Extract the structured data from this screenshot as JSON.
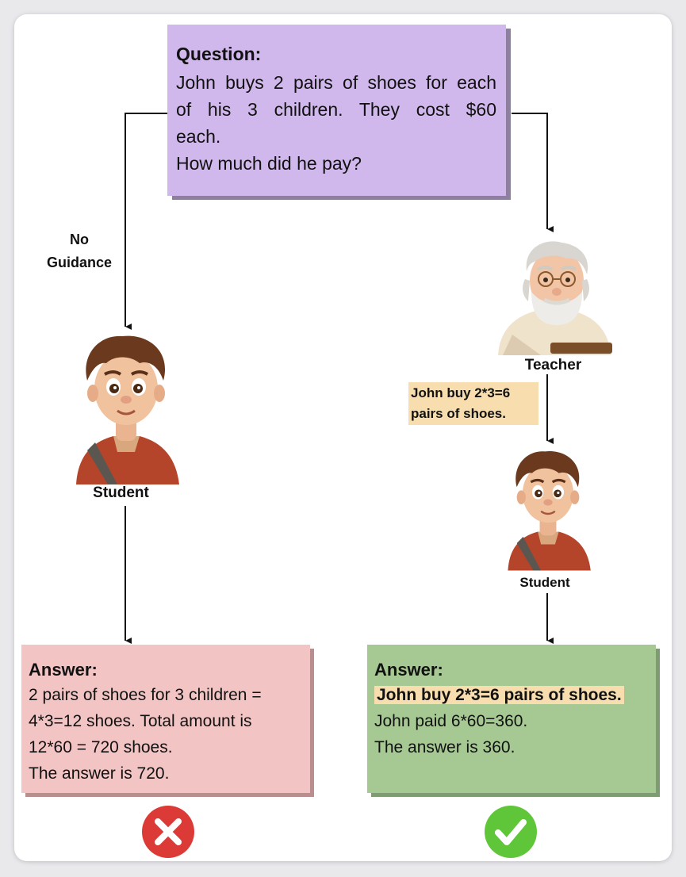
{
  "question": {
    "title": "Question:",
    "lines": [
      "John buys 2 pairs of shoes for each",
      "of his 3 children. They cost $60",
      "each.",
      "How much did he pay?"
    ]
  },
  "left_branch": {
    "label_line1": "No",
    "label_line2": "Guidance",
    "student_label": "Student"
  },
  "right_branch": {
    "teacher_label": "Teacher",
    "guidance_line1": "John buy 2*3=6",
    "guidance_line2": "pairs of shoes.",
    "student_label": "Student"
  },
  "answer_left": {
    "title": "Answer:",
    "lines": [
      "2 pairs of shoes for 3 children =",
      "4*3=12 shoes. Total amount is",
      "12*60 = 720 shoes.",
      "The answer is 720."
    ]
  },
  "answer_right": {
    "title": "Answer:",
    "highlight": "John buy 2*3=6 pairs of shoes.",
    "lines": [
      "John paid 6*60=360.",
      "The answer is 360."
    ]
  },
  "icons": {
    "wrong": "cross-icon",
    "correct": "check-icon"
  },
  "colors": {
    "question_bg": "#d1b8ec",
    "answer_wrong_bg": "#f2c4c4",
    "answer_right_bg": "#a6c993",
    "highlight": "#f8deaf",
    "wrong": "#dc3a36",
    "correct": "#5fc63a"
  }
}
